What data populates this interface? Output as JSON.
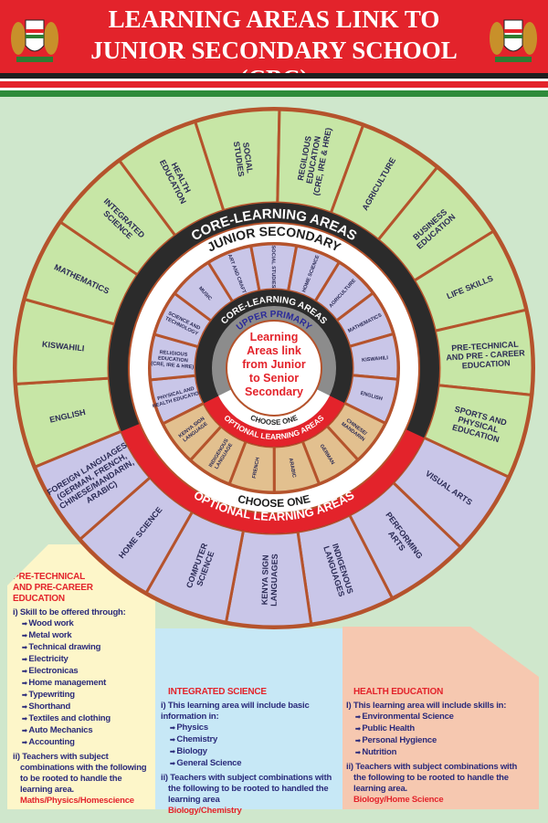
{
  "header": {
    "title_line1": "LEARNING AREAS LINK TO",
    "title_line2": "JUNIOR SECONDARY SCHOOL (CBC)",
    "emblem_left": "Kenya coat of arms",
    "emblem_right": "Kenya coat of arms"
  },
  "colors": {
    "red": "#e3232b",
    "black": "#2b2b2b",
    "green": "#c7e6a6",
    "lavender": "#c9c6e8",
    "tan": "#e2c08f",
    "border": "#b5532c",
    "blue_text": "#2a2a9a"
  },
  "wheel": {
    "center_text": [
      "Learning",
      "Areas link",
      "from Junior",
      "to Senior",
      "Secondary"
    ],
    "outer_core_band": "CORE-LEARNING AREAS",
    "outer_level": "JUNIOR SECONDARY",
    "outer_choose": "CHOOSE ONE",
    "outer_optional_band": "OPTIONAL LEARNING AREAS",
    "inner_core_band": "CORE-LEARNING AREAS",
    "inner_level": "UPPER PRIMARY",
    "inner_choose": "CHOOSE ONE",
    "inner_optional_band": "OPTIONAL LEARNING AREAS",
    "outer_segments": [
      {
        "type": "core",
        "lines": [
          "ENGLISH"
        ]
      },
      {
        "type": "core",
        "lines": [
          "KISWAHILI"
        ]
      },
      {
        "type": "core",
        "lines": [
          "MATHEMATICS"
        ]
      },
      {
        "type": "core",
        "lines": [
          "INTEGRATED",
          "SCIENCE"
        ]
      },
      {
        "type": "core",
        "lines": [
          "HEALTH",
          "EDUCATION"
        ]
      },
      {
        "type": "core",
        "lines": [
          "SOCIAL",
          "STUDIES"
        ]
      },
      {
        "type": "core",
        "lines": [
          "REGILIOUS",
          "EDUCATION",
          "(CRE, IRE & HRE)"
        ]
      },
      {
        "type": "core",
        "lines": [
          "AGRICULTURE"
        ]
      },
      {
        "type": "core",
        "lines": [
          "BUSINESS",
          "EDUCATION"
        ]
      },
      {
        "type": "core",
        "lines": [
          "LIFE SKILLS"
        ]
      },
      {
        "type": "core",
        "lines": [
          "PRE-TECHNICAL",
          "AND PRE - CAREER",
          "EDUCATION"
        ]
      },
      {
        "type": "core",
        "lines": [
          "SPORTS AND",
          "PHYSICAL",
          "EDUCATION"
        ]
      },
      {
        "type": "optional",
        "lines": [
          "VISUAL ARTS"
        ]
      },
      {
        "type": "optional",
        "lines": [
          "PERFORMING",
          "ARTS"
        ]
      },
      {
        "type": "optional",
        "lines": [
          "INDIGENOUS",
          "LANGUAGES"
        ]
      },
      {
        "type": "optional",
        "lines": [
          "KENYA SIGN",
          "LANGUAGES"
        ]
      },
      {
        "type": "optional",
        "lines": [
          "COMPUTER",
          "SCIENCE"
        ]
      },
      {
        "type": "optional",
        "lines": [
          "HOME SCIENCE"
        ]
      },
      {
        "type": "optional",
        "lines": [
          "FOREIGN LANGUAGES",
          "(GERMAN, FRENCH,",
          "CHINESE/MANDARIN,",
          "ARABIC)"
        ]
      }
    ],
    "inner_segments": [
      {
        "type": "core",
        "lines": [
          "PHYSICAL AND",
          "HEALTH EDUCATION"
        ]
      },
      {
        "type": "core",
        "lines": [
          "RELIGIOUS",
          "EDUCATION",
          "(CRE, IRE & HRE)"
        ]
      },
      {
        "type": "core",
        "lines": [
          "SCIENCE AND",
          "TECHNOLOGY"
        ]
      },
      {
        "type": "core",
        "lines": [
          "MUSIC"
        ]
      },
      {
        "type": "core",
        "lines": [
          "ART AND CRAFT"
        ]
      },
      {
        "type": "core",
        "lines": [
          "SOCIAL STUDIES"
        ]
      },
      {
        "type": "core",
        "lines": [
          "HOME SCIENCE"
        ]
      },
      {
        "type": "core",
        "lines": [
          "AGRICULTURE"
        ]
      },
      {
        "type": "core",
        "lines": [
          "MATHEMATICS"
        ]
      },
      {
        "type": "core",
        "lines": [
          "KISWAHILI"
        ]
      },
      {
        "type": "core",
        "lines": [
          "ENGLISH"
        ]
      },
      {
        "type": "optional",
        "lines": [
          "CHINESE/",
          "MANDARIN"
        ]
      },
      {
        "type": "optional",
        "lines": [
          "GERMAN"
        ]
      },
      {
        "type": "optional",
        "lines": [
          "ARABIC"
        ]
      },
      {
        "type": "optional",
        "lines": [
          "FRENCH"
        ]
      },
      {
        "type": "optional",
        "lines": [
          "INDIGENOUS",
          "LANGUAGE"
        ]
      },
      {
        "type": "optional",
        "lines": [
          "KENYA SIGN",
          "LANGUAGE"
        ]
      }
    ]
  },
  "panels": {
    "pretech": {
      "heading": [
        "PRE-TECHNICAL",
        "AND PRE-CAREER",
        "EDUCATION"
      ],
      "intro": "i) Skill to be offered through:",
      "items": [
        "Wood work",
        "Metal work",
        "Technical drawing",
        "Electricity",
        "Electronicas",
        "Home management",
        "Typewriting",
        "Shorthand",
        "Textiles and clothing",
        "Auto Mechanics",
        "Accounting"
      ],
      "note": "ii) Teachers with subject combinations with the following to be rooted to handle the learning area.",
      "subjects": "Maths/Physics/Homescience"
    },
    "science": {
      "heading": "INTEGRATED SCIENCE",
      "intro": "i) This learning area will include basic information in:",
      "items": [
        "Physics",
        "Chemistry",
        "Biology",
        "General Science"
      ],
      "note": "ii) Teachers with subject combinations with the following to be rooted to handled the learning area",
      "subjects": "Biology/Chemistry"
    },
    "health": {
      "heading": "HEALTH EDUCATION",
      "intro": "I) This learning area will include skills in:",
      "items": [
        "Environmental Science",
        "Public Health",
        "Personal Hygience",
        "Nutrition"
      ],
      "note": "ii) Teachers with subject combinations with the following to be rooted to handle the learning area.",
      "subjects": "Biology/Home Science"
    }
  }
}
